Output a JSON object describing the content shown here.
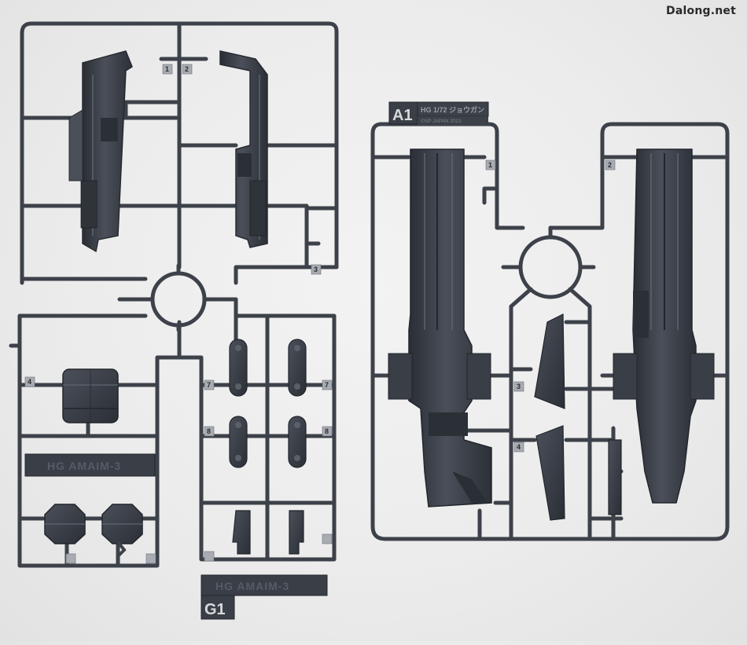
{
  "watermark": "Dalong.net",
  "colors": {
    "background": "#ececec",
    "plastic": "#3d4149",
    "plastic_light": "#5a5f69",
    "plastic_dark": "#262a31"
  },
  "left_sprue": {
    "bottom_tag": "G1",
    "nameplates": [
      "HG AMAIM-3",
      "HG AMAIM-3"
    ],
    "part_numbers": [
      "1",
      "2",
      "3",
      "4",
      "7",
      "7",
      "8",
      "8"
    ]
  },
  "right_sprue": {
    "top_tag": "A1",
    "title": "HG 1/72 ジョウガン",
    "copyright": "©SP JAPAN 2021",
    "part_numbers": [
      "1",
      "2",
      "3",
      "4"
    ]
  }
}
